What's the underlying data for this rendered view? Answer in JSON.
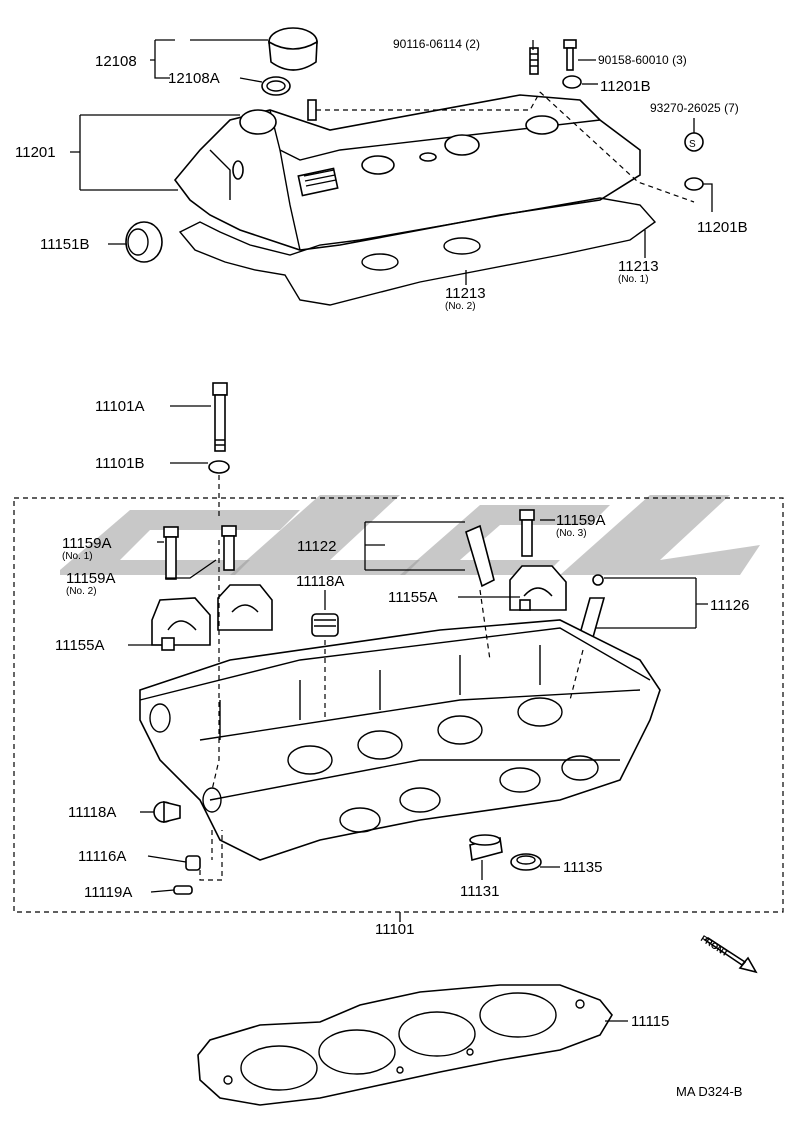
{
  "labels": {
    "p12108": "12108",
    "p12108A": "12108A",
    "p90116": "90116-06114 (2)",
    "p90158": "90158-60010 (3)",
    "p11201B_top": "11201B",
    "p93270": "93270-26025 (7)",
    "p11201": "11201",
    "p11201B_right": "11201B",
    "p11151B": "11151B",
    "p11213_no1": "11213",
    "p11213_no1_sub": "(No. 1)",
    "p11213_no2": "11213",
    "p11213_no2_sub": "(No. 2)",
    "p11101A": "11101A",
    "p11101B": "11101B",
    "p11159A_no1": "11159A",
    "p11159A_no1_sub": "(No. 1)",
    "p11159A_no2": "11159A",
    "p11159A_no2_sub": "(No. 2)",
    "p11122": "11122",
    "p11118A_top": "11118A",
    "p11159A_no3": "11159A",
    "p11159A_no3_sub": "(No. 3)",
    "p11155A_mid": "11155A",
    "p11126": "11126",
    "p11155A_left": "11155A",
    "p11118A_bottom": "11118A",
    "p11116A": "11116A",
    "p11119A": "11119A",
    "p11131": "11131",
    "p11135": "11135",
    "p11101": "11101",
    "p11115": "11115",
    "front": "FRONT",
    "code": "MA  D324-B",
    "s_mark": "S"
  }
}
